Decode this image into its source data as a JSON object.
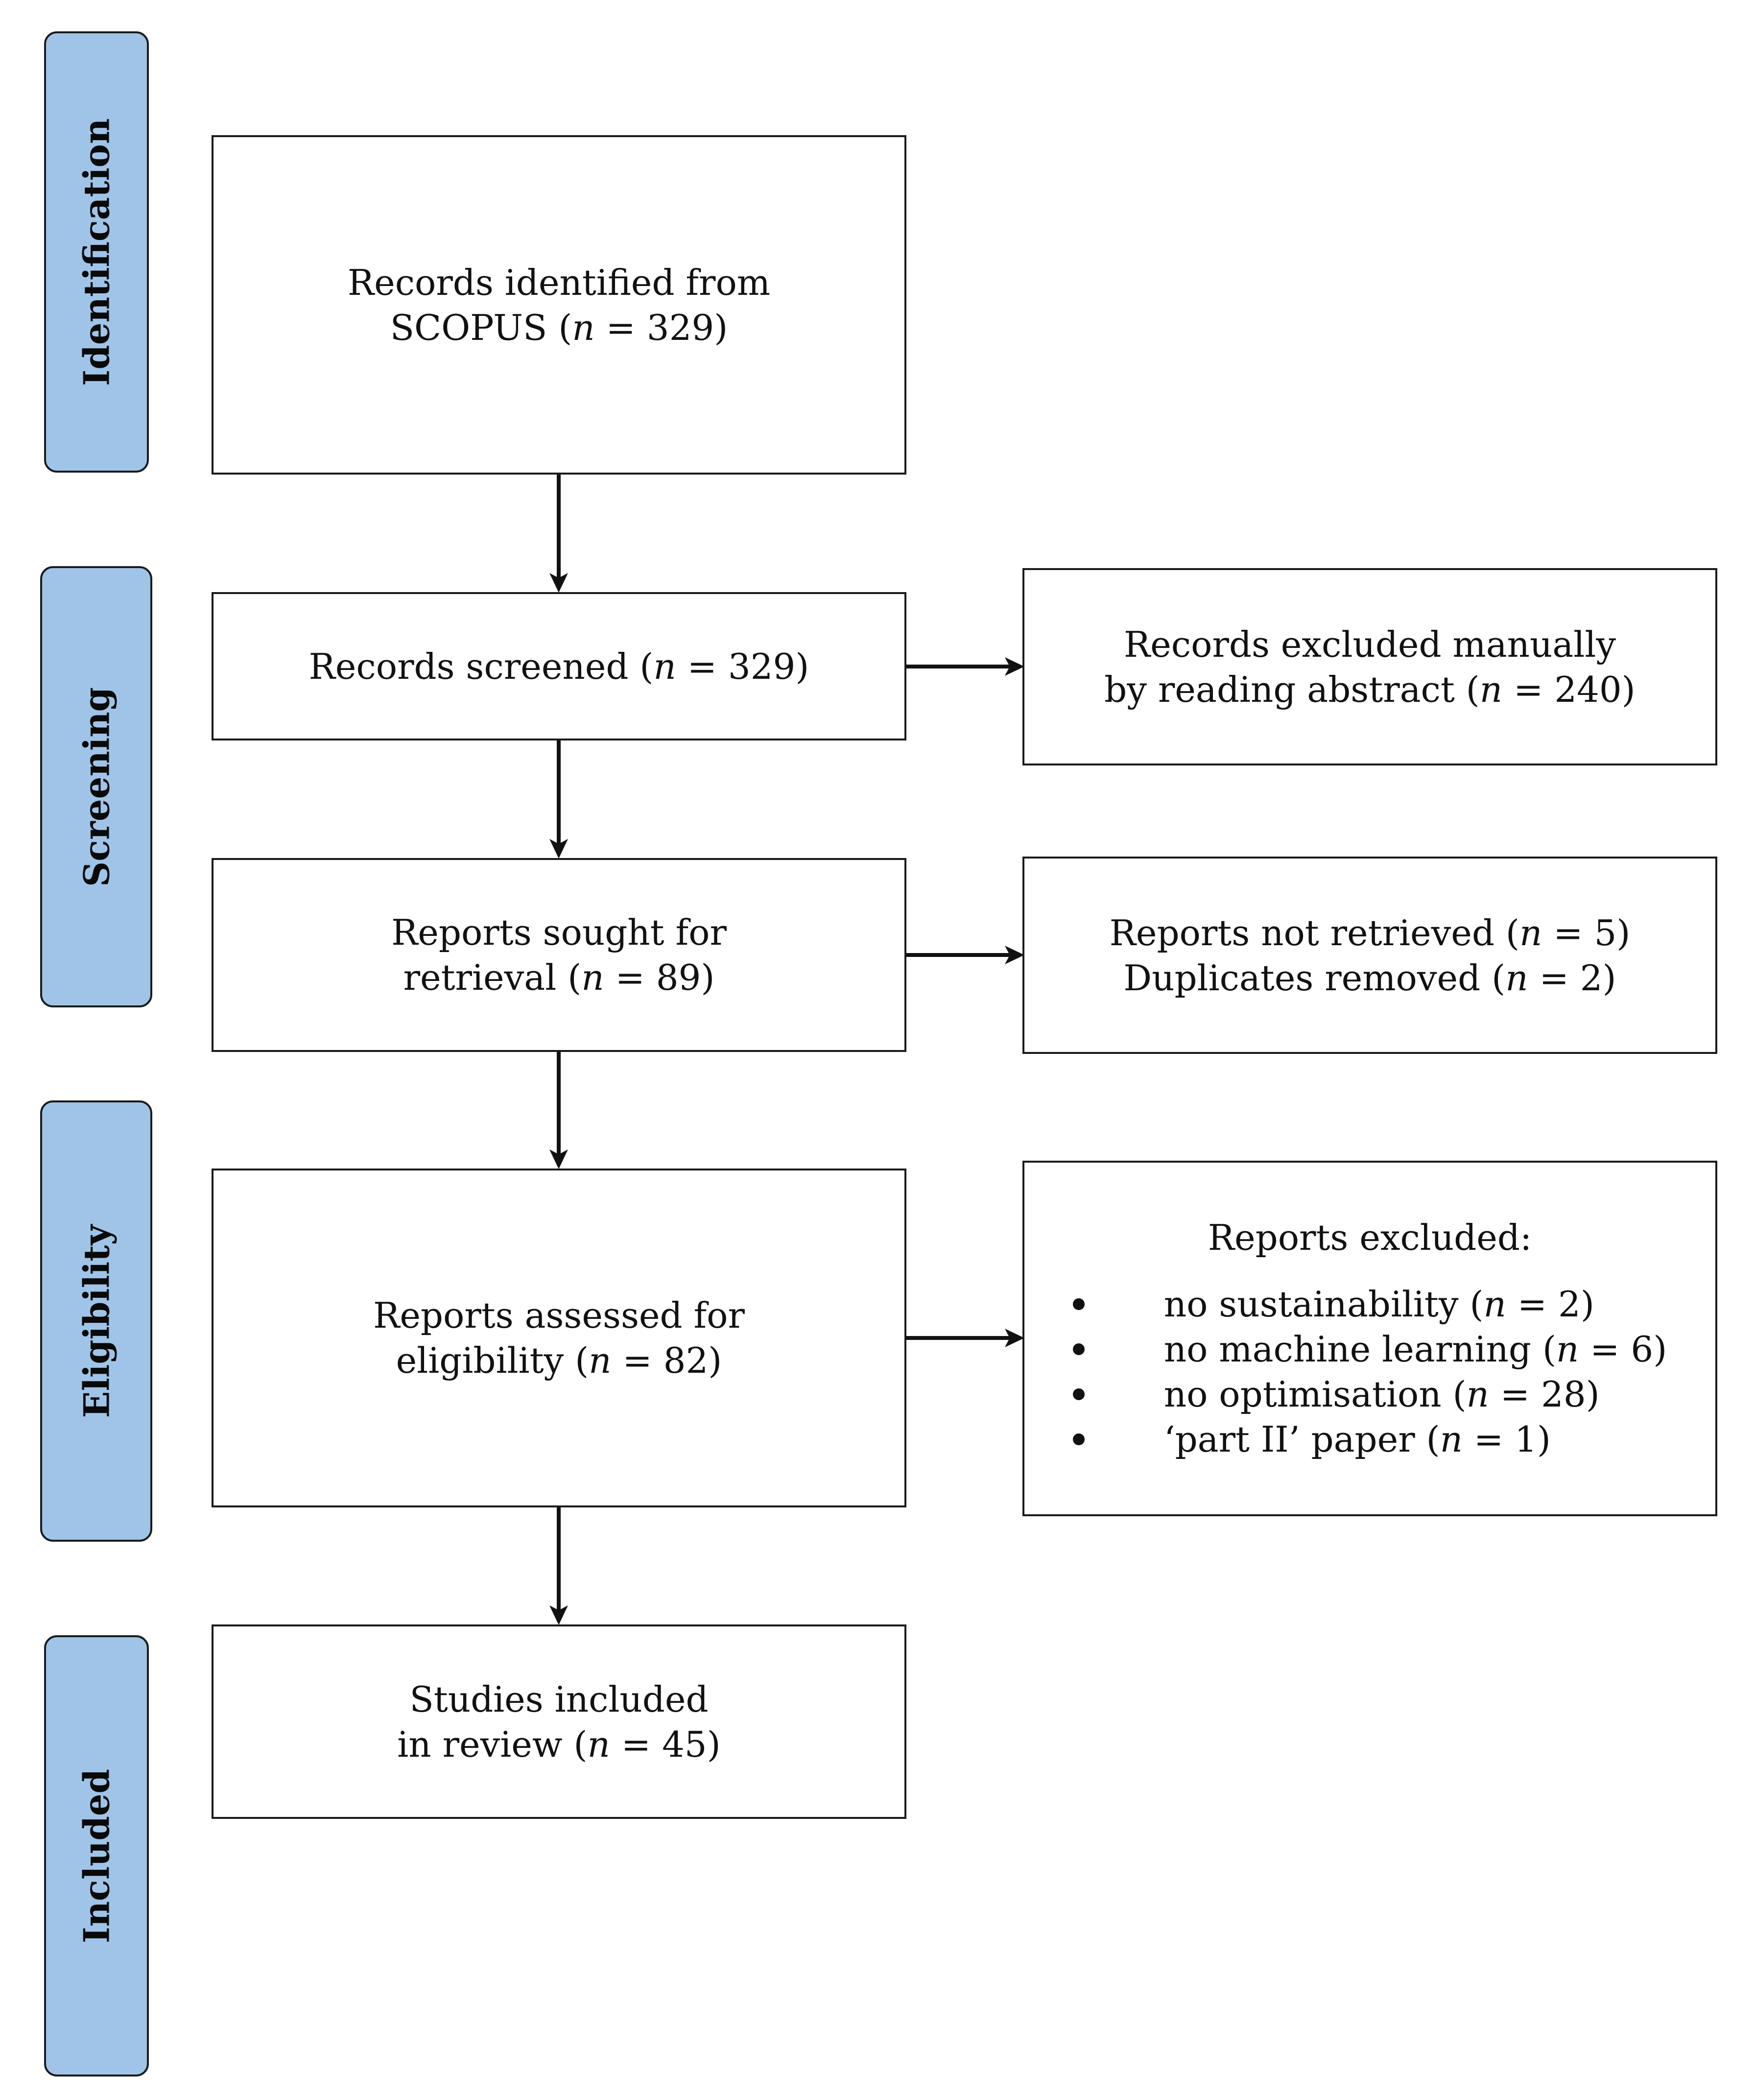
{
  "stages": {
    "identification": "Identification",
    "screening": "Screening",
    "eligibility": "Eligibility",
    "included": "Included"
  },
  "n_symbol": "n",
  "boxes": {
    "identified": {
      "line1": "Records identified from",
      "line2_prefix": "SCOPUS (",
      "line2_suffix": " = 329)"
    },
    "screened": {
      "line1_prefix": "Records screened (",
      "line1_suffix": " = 329)"
    },
    "excluded_manually": {
      "line1": "Records excluded manually",
      "line2_prefix": "by reading abstract (",
      "line2_suffix": " = 240)"
    },
    "sought": {
      "line1": "Reports sought for",
      "line2_prefix": "retrieval (",
      "line2_suffix": " = 89)"
    },
    "not_retrieved": {
      "line1_prefix": "Reports not retrieved (",
      "line1_suffix": " = 5)",
      "line2_prefix": "Duplicates removed (",
      "line2_suffix": " = 2)"
    },
    "assessed": {
      "line1": "Reports assessed for",
      "line2_prefix": "eligibility (",
      "line2_suffix": " = 82)"
    },
    "reports_excluded": {
      "title": "Reports excluded:",
      "items": [
        {
          "prefix": "no sustainability (",
          "suffix": " = 2)"
        },
        {
          "prefix": "no machine learning (",
          "suffix": " = 6)"
        },
        {
          "prefix": "no optimisation (",
          "suffix": " = 28)"
        },
        {
          "prefix": "‘part II’ paper (",
          "suffix": " = 1)"
        }
      ]
    },
    "included": {
      "line1": "Studies included",
      "line2_prefix": "in review (",
      "line2_suffix": " = 45)"
    }
  }
}
